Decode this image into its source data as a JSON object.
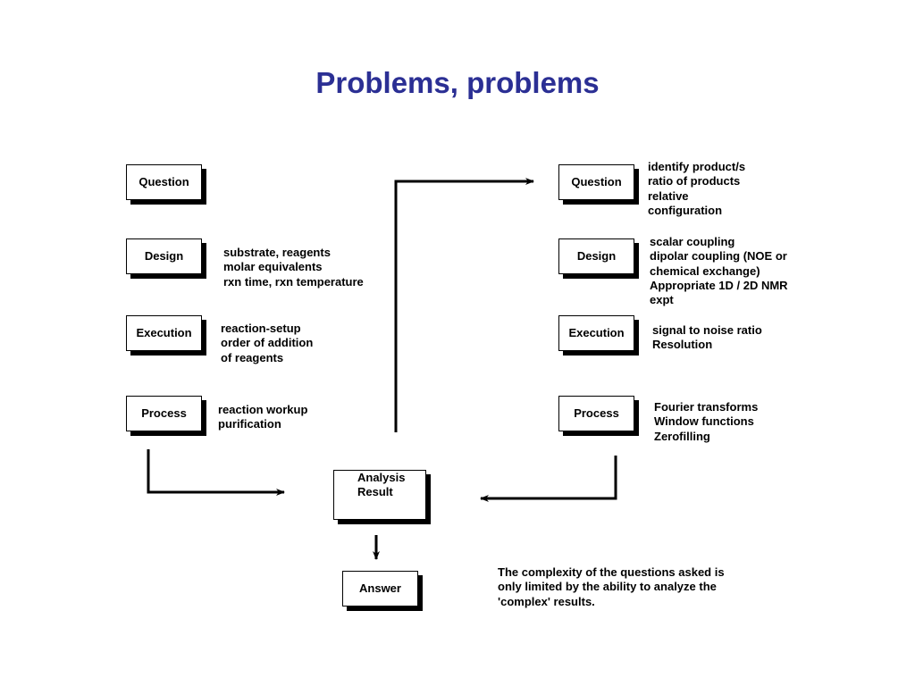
{
  "title": "Problems, problems",
  "left": {
    "question": "Question",
    "design": "Design",
    "execution": "Execution",
    "process": "Process",
    "design_note": [
      "substrate, reagents",
      "molar equivalents",
      "rxn time, rxn temperature"
    ],
    "execution_note": [
      "reaction-setup",
      "order of addition",
      "of reagents"
    ],
    "process_note": [
      "reaction workup",
      "purification"
    ]
  },
  "right": {
    "question": "Question",
    "design": "Design",
    "execution": "Execution",
    "process": "Process",
    "question_note": [
      "identify product/s",
      "ratio of products",
      "relative",
      "configuration"
    ],
    "design_note": [
      "scalar coupling",
      "dipolar coupling (NOE or",
      "chemical exchange)",
      "Appropriate 1D / 2D NMR",
      "expt"
    ],
    "execution_note": [
      "signal to  noise ratio",
      "Resolution"
    ],
    "process_note": [
      "Fourier transforms",
      "Window functions",
      "Zerofilling"
    ]
  },
  "center": {
    "analysis": [
      "Analysis",
      "Result"
    ],
    "answer": "Answer"
  },
  "conclusion": [
    "The complexity of the questions asked is",
    "only limited by the ability to analyze the",
    "'complex' results."
  ]
}
